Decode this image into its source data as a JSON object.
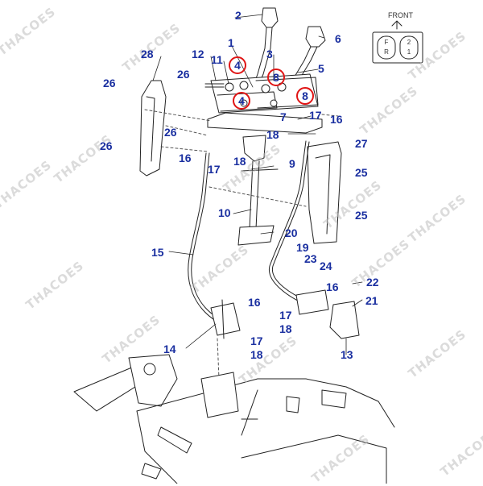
{
  "front_indicator": {
    "label": "FRONT",
    "pattern_left": [
      "F",
      "R"
    ],
    "pattern_right": [
      "2",
      "1"
    ]
  },
  "watermark": "THACOES",
  "callouts": {
    "c1": "1",
    "c2": "2",
    "c3": "3",
    "c4a": "4",
    "c4b": "4",
    "c5": "5",
    "c6": "6",
    "c7": "7",
    "c8a": "8",
    "c8b": "8",
    "c9": "9",
    "c10": "10",
    "c11": "11",
    "c12": "12",
    "c13": "13",
    "c14": "14",
    "c15": "15",
    "c16a": "16",
    "c16b": "16",
    "c16c": "16",
    "c16d": "16",
    "c17a": "17",
    "c17b": "17",
    "c17c": "17",
    "c17d": "17",
    "c18a": "18",
    "c18b": "18",
    "c18c": "18",
    "c18d": "18",
    "c19": "19",
    "c20": "20",
    "c21": "21",
    "c22": "22",
    "c23": "23",
    "c24": "24",
    "c25a": "25",
    "c25b": "25",
    "c26a": "26",
    "c26b": "26",
    "c26c": "26",
    "c26d": "26",
    "c27": "27",
    "c28": "28"
  },
  "colors": {
    "callout_text": "#1a2fa0",
    "highlight_ring": "#e01515",
    "line": "#222222"
  }
}
